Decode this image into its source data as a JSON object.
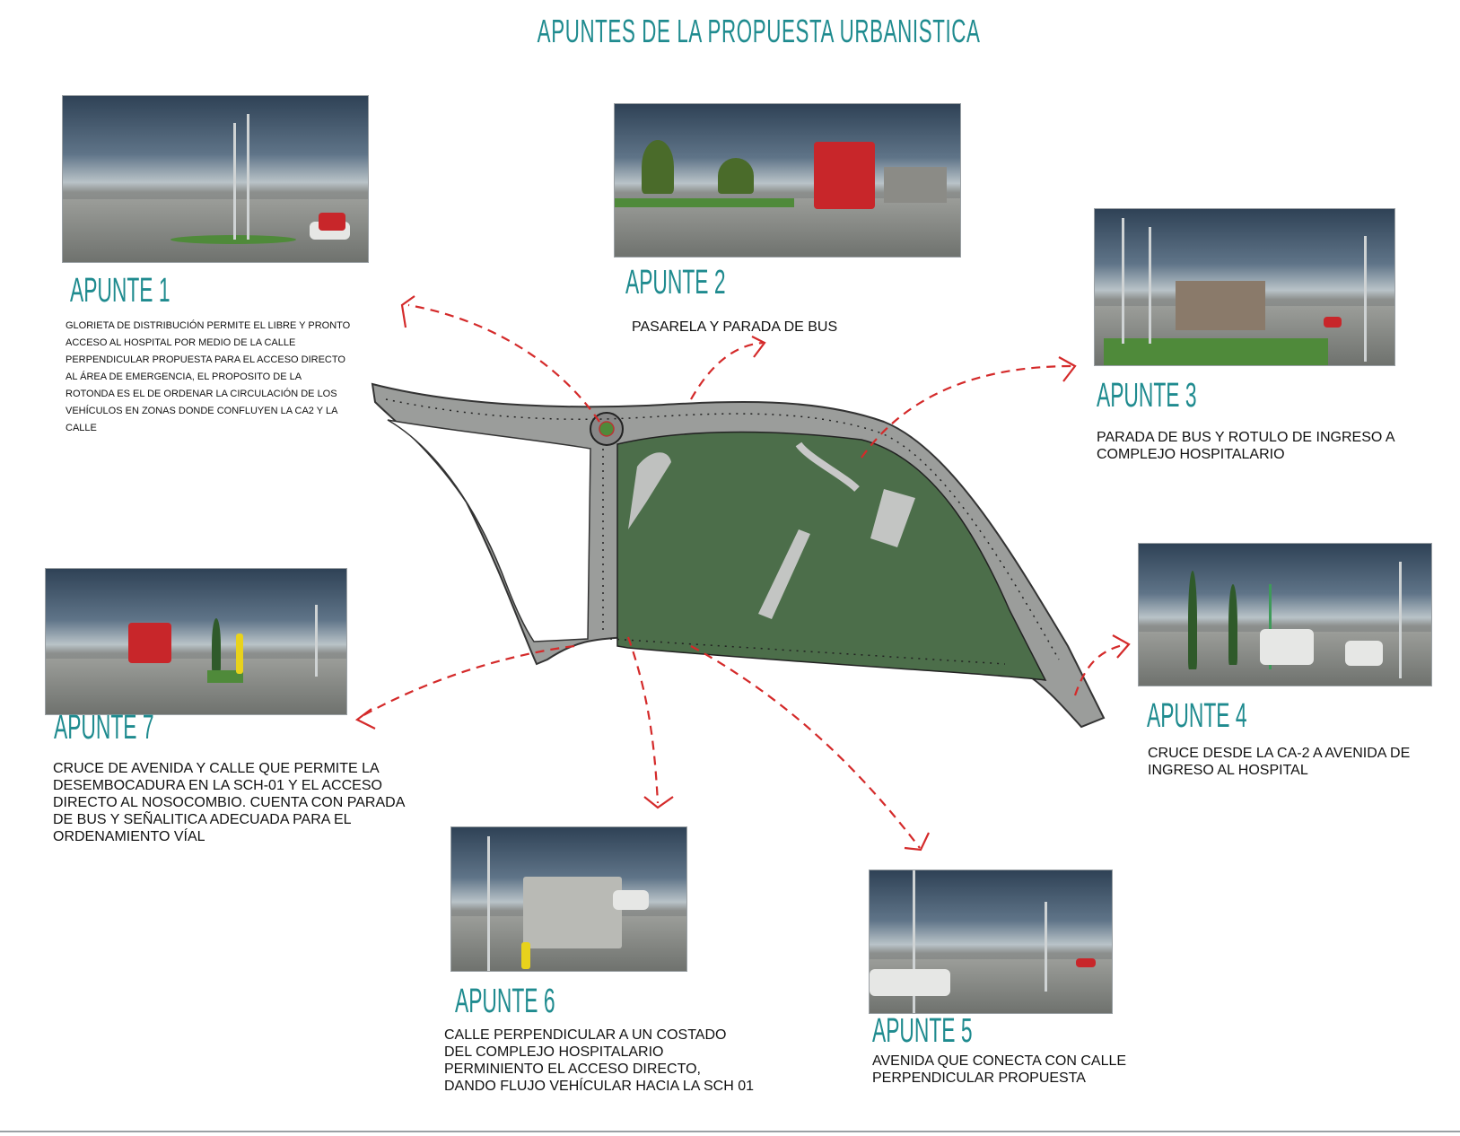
{
  "page": {
    "title": "APUNTES DE LA PROPUESTA URBANISTICA"
  },
  "notes": [
    {
      "id": 1,
      "heading": "APUNTE 1",
      "text": "GLORIETA DE DISTRIBUCIÓN PERMITE EL LIBRE Y PRONTO\nACCESO AL HOSPITAL POR MEDIO DE LA CALLE\nPERPENDICULAR PROPUESTA PARA EL ACCESO DIRECTO\nAL ÁREA DE EMERGENCIA, EL PROPOSITO DE LA\nROTONDA ES EL DE ORDENAR LA CIRCULACIÓN DE LOS\nVEHÍCULOS EN ZONAS DONDE CONFLUYEN LA CA2 Y LA\nCALLE"
    },
    {
      "id": 2,
      "heading": "APUNTE 2",
      "text": "PASARELA Y PARADA DE BUS"
    },
    {
      "id": 3,
      "heading": "APUNTE 3",
      "text": "PARADA DE BUS Y ROTULO DE INGRESO A\nCOMPLEJO HOSPITALARIO"
    },
    {
      "id": 4,
      "heading": "APUNTE 4",
      "text": "CRUCE DESDE LA CA-2 A AVENIDA DE\nINGRESO AL HOSPITAL"
    },
    {
      "id": 5,
      "heading": "APUNTE 5",
      "text": "AVENIDA QUE CONECTA CON CALLE\nPERPENDICULAR PROPUESTA"
    },
    {
      "id": 6,
      "heading": "APUNTE 6",
      "text": "CALLE PERPENDICULAR A UN COSTADO\nDEL COMPLEJO HOSPITALARIO\nPERMINIENTO EL ACCESO DIRECTO,\nDANDO FLUJO VEHÍCULAR HACIA LA SCH 01"
    },
    {
      "id": 7,
      "heading": "APUNTE 7",
      "text": "CRUCE DE AVENIDA Y CALLE QUE PERMITE LA\nDESEMBOCADURA EN LA SCH-01 Y EL ACCESO\nDIRECTO AL NOSOCOMBIO.  CUENTA CON PARADA\nDE BUS Y SEÑALITICA ADECUADA PARA EL\nORDENAMIENTO VÍAL"
    }
  ],
  "colors": {
    "accent": "#1f8b8f",
    "arrow": "#d42a2a",
    "site": "#4c6e4a",
    "road": "#9b9d9b"
  }
}
